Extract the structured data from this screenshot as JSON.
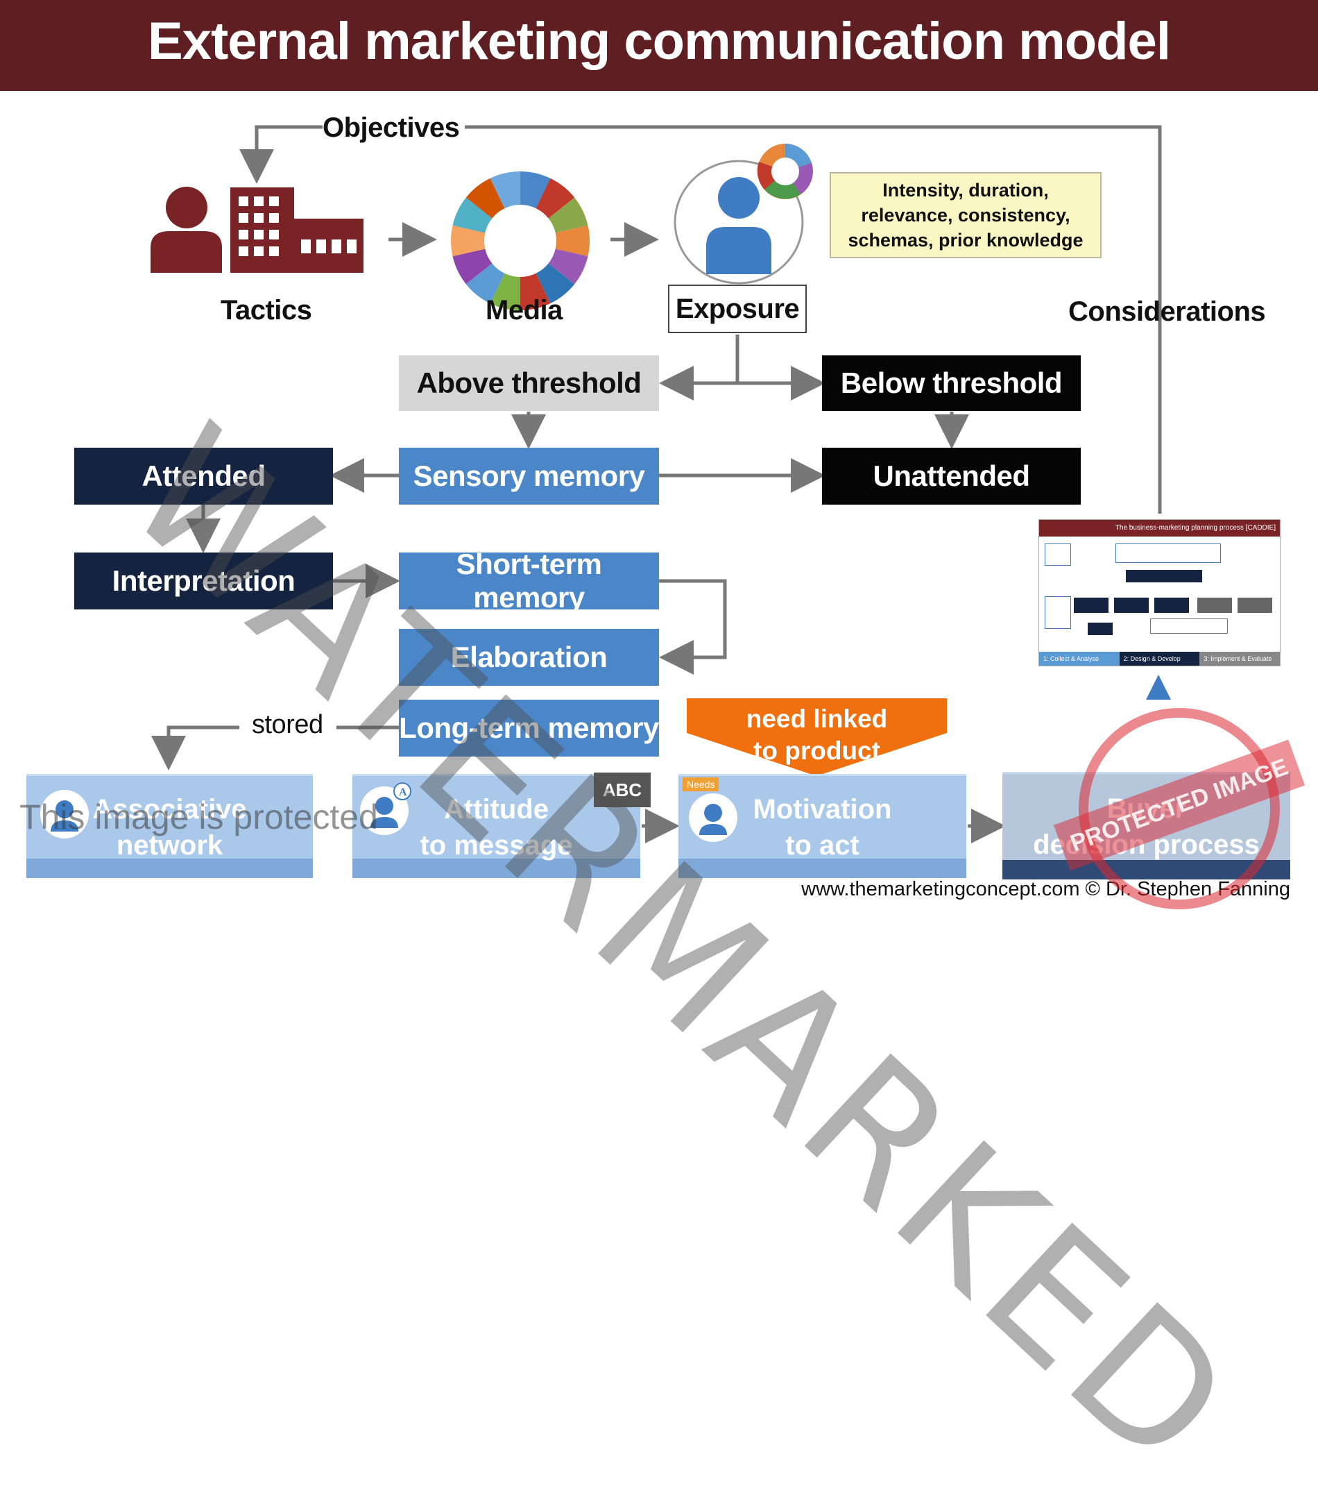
{
  "title": "External marketing communication model",
  "labels": {
    "objectives": "Objectives",
    "tactics": "Tactics",
    "media": "Media",
    "exposure": "Exposure",
    "considerations": "Considerations",
    "stored": "stored"
  },
  "note": "Intensity, duration, relevance, consistency, schemas, prior knowledge",
  "boxes": {
    "above_threshold": "Above threshold",
    "below_threshold": "Below threshold",
    "attended": "Attended",
    "sensory_memory": "Sensory memory",
    "unattended": "Unattended",
    "interpretation": "Interpretation",
    "short_term_memory": "Short-term memory",
    "elaboration": "Elaboration",
    "long_term_memory": "Long-term memory"
  },
  "need_banner": {
    "line1": "need linked",
    "line2": "to product"
  },
  "bottom": {
    "associative_1": "Associative",
    "associative_2": "network",
    "attitude_1": "Attitude",
    "attitude_2": "to message",
    "abc_tag": "ABC",
    "motivation_1": "Motivation",
    "motivation_2": "to act",
    "needs_tag": "Needs",
    "buyer_1": "Buyer",
    "buyer_2": "decision process"
  },
  "thumbnail": {
    "title": "The business-marketing planning process [CADDIE]",
    "step1": "1: Collect & Analyse",
    "step2": "2: Design & Develop",
    "step3": "3: Implement & Evaluate"
  },
  "footer": "www.themarketingconcept.com © Dr. Stephen Fanning",
  "watermarks": {
    "big": "WATERMARKED",
    "protected": "This image is protected",
    "stamp": "PROTECTED IMAGE"
  },
  "colors": {
    "header": "#5f1f22",
    "navy": "#14233f",
    "blue": "#4a86c8",
    "light_blue": "#a9c8ea",
    "orange": "#f0700f",
    "person_red": "#7a2326",
    "person_blue": "#3f7cc4"
  }
}
